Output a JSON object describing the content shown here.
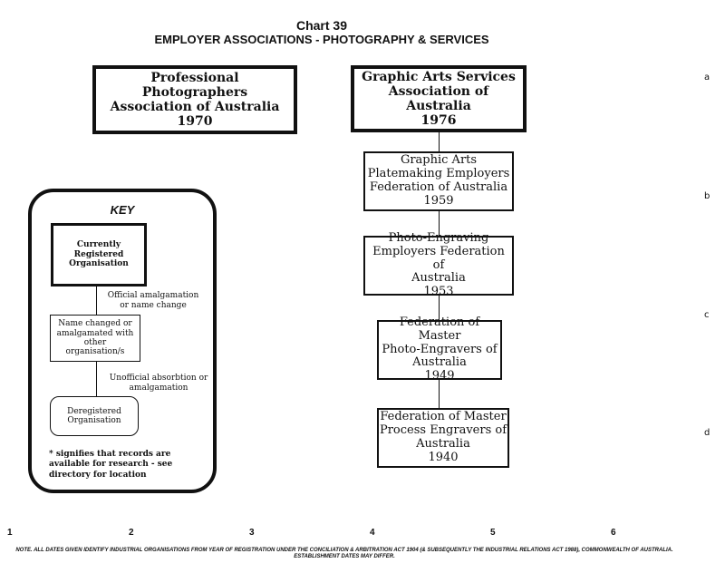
{
  "title": "Chart 39",
  "subtitle": "EMPLOYER ASSOCIATIONS - PHOTOGRAPHY & SERVICES",
  "orgs": {
    "ppaa": "Professional Photographers\nAssociation of Australia\n1970",
    "gasa": "Graphic Arts Services\nAssociation of Australia\n1976",
    "gape": "Graphic Arts\nPlatemaking Employers\nFederation of Australia\n1959",
    "peef": "Photo-Engraving\nEmployers Federation of\nAustralia\n1953",
    "fmpe": "Federation of Master\nPhoto-Engravers of\nAustralia\n1949",
    "fmpr": "Federation of Master\nProcess Engravers of\nAustralia\n1940"
  },
  "key": {
    "title": "KEY",
    "registered": "Currently\nRegistered\nOrganisation",
    "official": "Official amalgamation\nor name change",
    "changed": "Name changed or\namalgamated with\nother\norganisation/s",
    "unofficial": "Unofficial absorbtion or\namalgamation",
    "deregistered": "Deregistered\nOrganisation",
    "note": "* signifies that records are\navailable for research - see\ndirectory for location"
  },
  "row_labels": [
    "a",
    "b",
    "c",
    "d"
  ],
  "col_labels": [
    "1",
    "2",
    "3",
    "4",
    "5",
    "6"
  ],
  "footnote": "NOTE. ALL DATES GIVEN IDENTIFY INDUSTRIAL ORGANISATIONS FROM YEAR OF REGISTRATION UNDER THE CONCILIATION & ARBITRATION ACT 1904 (& SUBSEQUENTLY THE INDUSTRIAL RELATIONS ACT 1988), COMMONWEALTH OF AUSTRALIA. ESTABLISHMENT DATES MAY DIFFER."
}
